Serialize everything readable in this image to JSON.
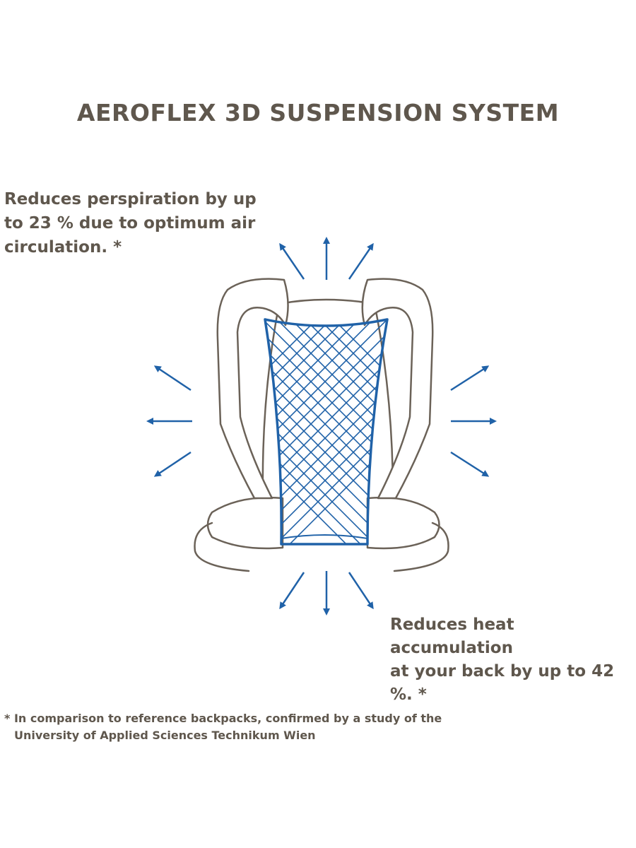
{
  "title": "AEROFLEX 3D SUSPENSION SYSTEM",
  "benefits": [
    "Reduces perspiration by up\nto 23 % due to optimum air\ncirculation. *",
    "Reduces heat accumulation\nat your back by up to 42 %. *"
  ],
  "footnote": {
    "line1": "* In comparison to reference backpacks, confirmed by a study of the",
    "line2": "University of Applied Sciences Technikum Wien"
  },
  "icons": {
    "backpack": "backpack-illustration-icon",
    "mesh": "mesh-back-panel-icon",
    "arrows": "airflow-arrow-icon"
  },
  "colors": {
    "text": "#5f574d",
    "outline": "#6b6258",
    "accent": "#2062a8",
    "fill": "#ffffff"
  }
}
